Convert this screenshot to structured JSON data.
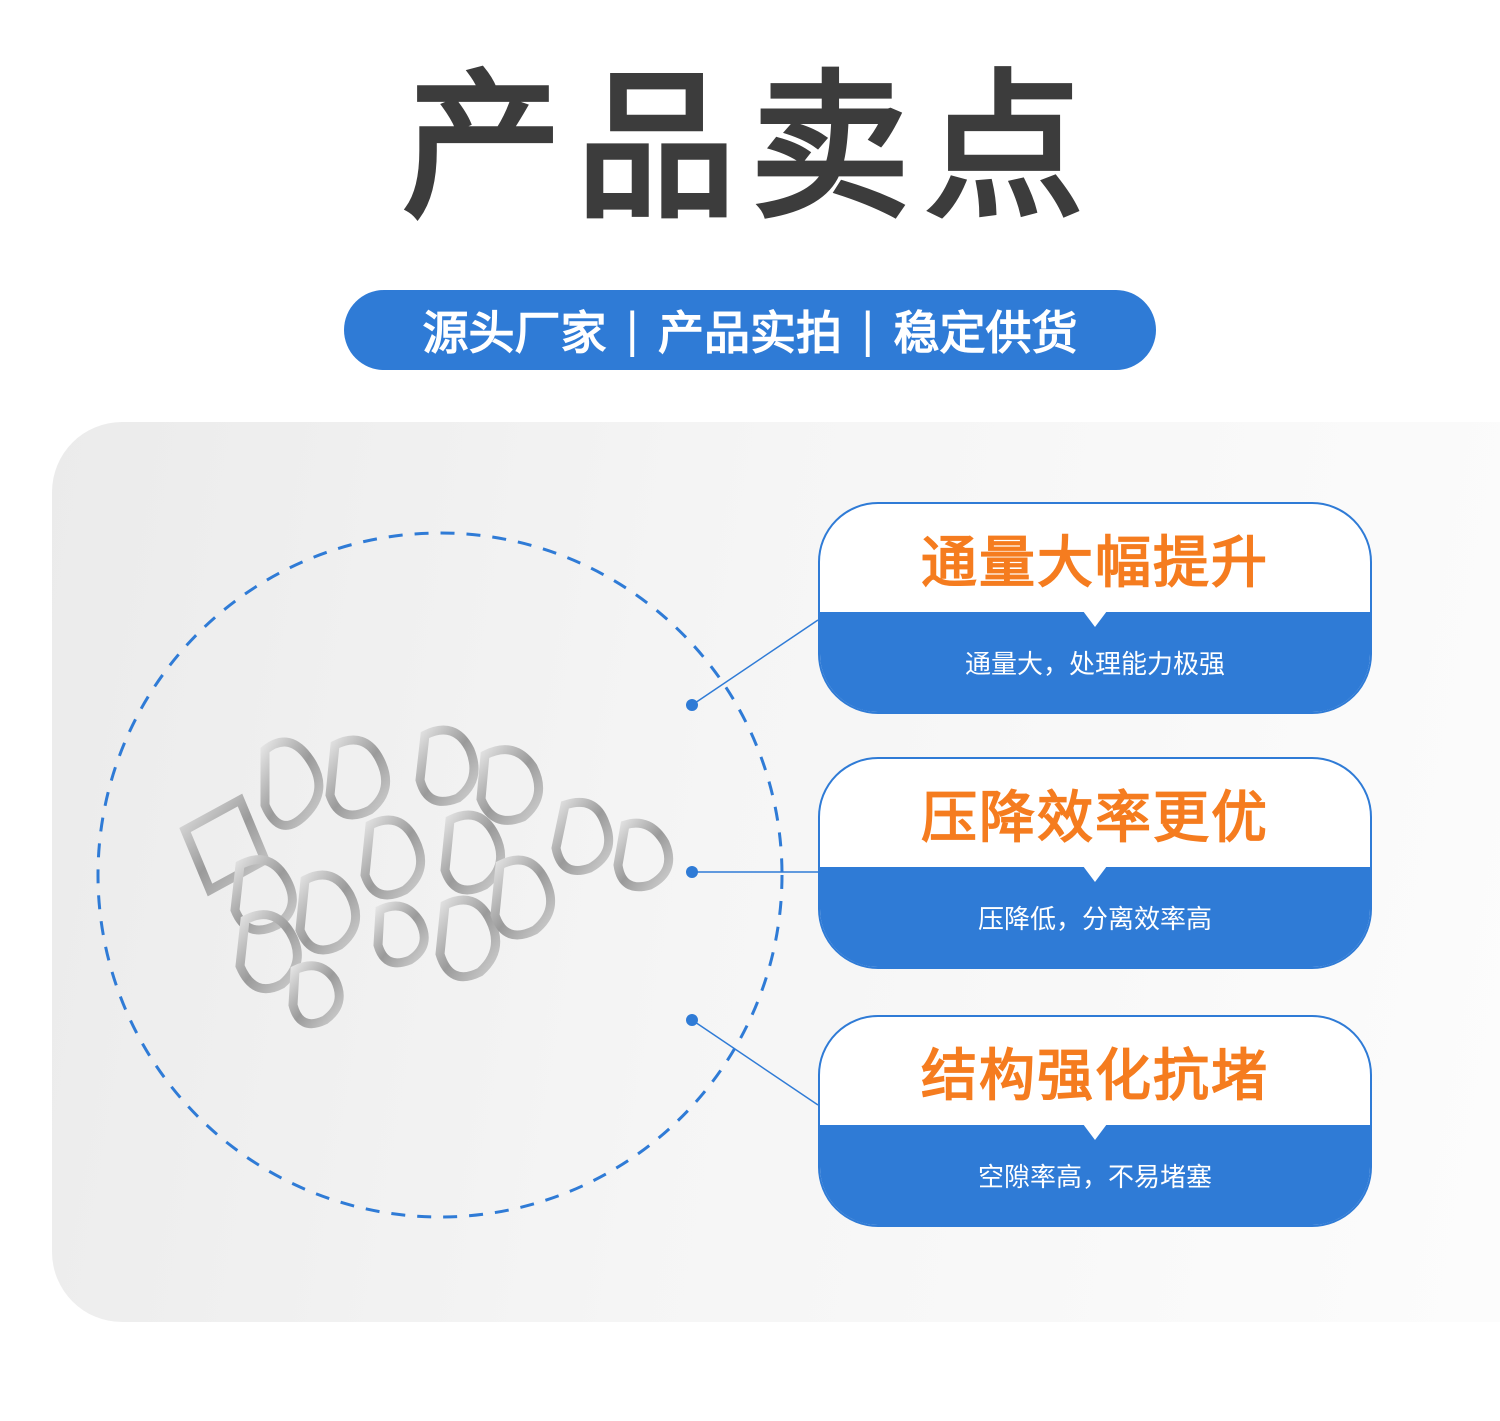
{
  "title": "产品卖点",
  "tagline": {
    "items": [
      "源头厂家",
      "产品实拍",
      "稳定供货"
    ],
    "separator": "|"
  },
  "features": [
    {
      "heading": "通量大幅提升",
      "description": "通量大，处理能力极强"
    },
    {
      "heading": "压降效率更优",
      "description": "压降低，分离效率高"
    },
    {
      "heading": "结构强化抗堵",
      "description": "空隙率高，不易堵塞"
    }
  ],
  "colors": {
    "brand_blue": "#2f7bd6",
    "accent_orange": "#f57c1f",
    "title_gray": "#3c3c3c"
  },
  "image": {
    "subject": "metal-ring-packing-photo"
  }
}
